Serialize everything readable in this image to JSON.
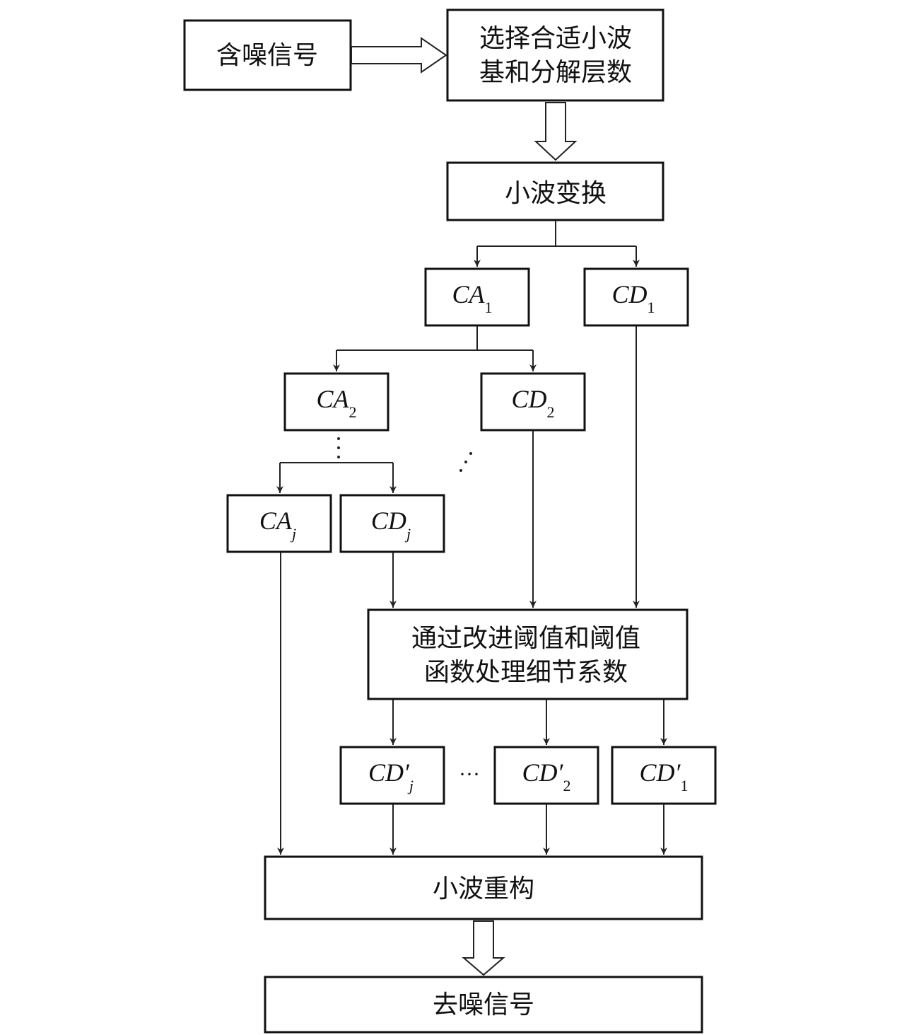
{
  "nodes": {
    "noisy_signal": "含噪信号",
    "select_line1": "选择合适小波",
    "select_line2": "基和分解层数",
    "wavelet_transform": "小波变换",
    "ca1": {
      "base": "CA",
      "sub": "1"
    },
    "cd1": {
      "base": "CD",
      "sub": "1"
    },
    "ca2": {
      "base": "CA",
      "sub": "2"
    },
    "cd2": {
      "base": "CD",
      "sub": "2"
    },
    "caj": {
      "base": "CA",
      "sub": "j"
    },
    "cdj": {
      "base": "CD",
      "sub": "j"
    },
    "process_line1": "通过改进阈值和阈值",
    "process_line2": "函数处理细节系数",
    "cdj_prime": {
      "base": "CD′",
      "sub": "j"
    },
    "cd2_prime": {
      "base": "CD′",
      "sub": "2"
    },
    "cd1_prime": {
      "base": "CD′",
      "sub": "1"
    },
    "reconstruct": "小波重构",
    "denoised_signal": "去噪信号"
  },
  "ellipsis": "···"
}
